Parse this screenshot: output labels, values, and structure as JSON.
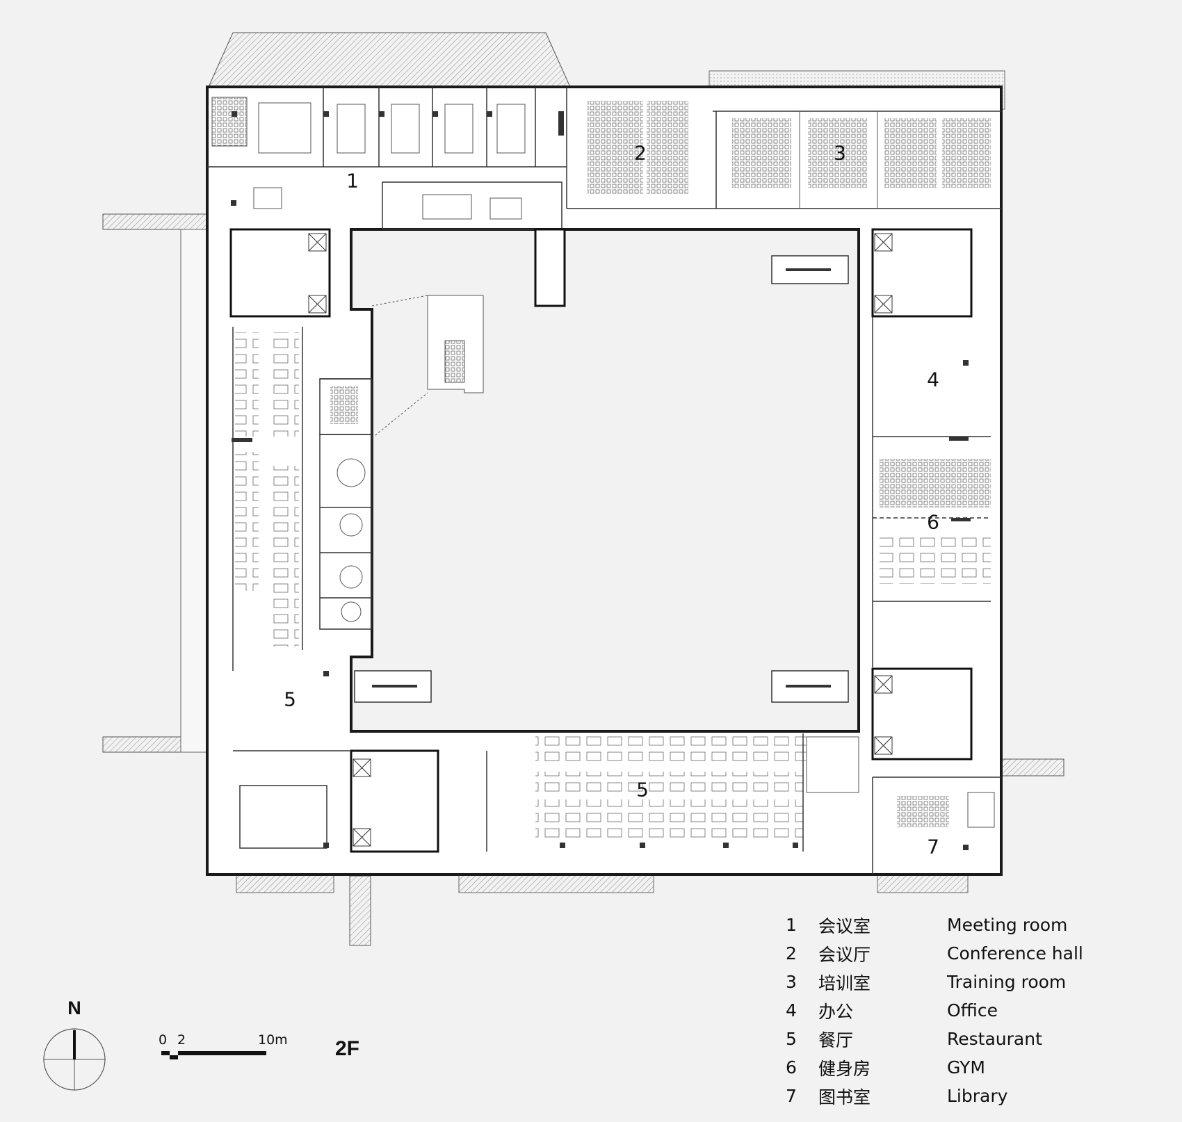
{
  "rooms": {
    "r1": "1",
    "r2": "2",
    "r3": "3",
    "r4": "4",
    "r5a": "5",
    "r5b": "5",
    "r6": "6",
    "r7": "7"
  },
  "legend": [
    {
      "num": "1",
      "zh": "会议室",
      "en": "Meeting room"
    },
    {
      "num": "2",
      "zh": "会议厅",
      "en": "Conference hall"
    },
    {
      "num": "3",
      "zh": "培训室",
      "en": "Training room"
    },
    {
      "num": "4",
      "zh": "办公",
      "en": "Office"
    },
    {
      "num": "5",
      "zh": "餐厅",
      "en": "Restaurant"
    },
    {
      "num": "6",
      "zh": "健身房",
      "en": "GYM"
    },
    {
      "num": "7",
      "zh": "图书室",
      "en": "Library"
    }
  ],
  "north_label": "N",
  "scale": {
    "zero": "0",
    "two": "2",
    "ten": "10m"
  },
  "floor_label": "2F",
  "colors": {
    "line": "#222222",
    "background": "#f2f2f2",
    "wall": "#1a1a1a",
    "fill_light": "#ffffff"
  }
}
